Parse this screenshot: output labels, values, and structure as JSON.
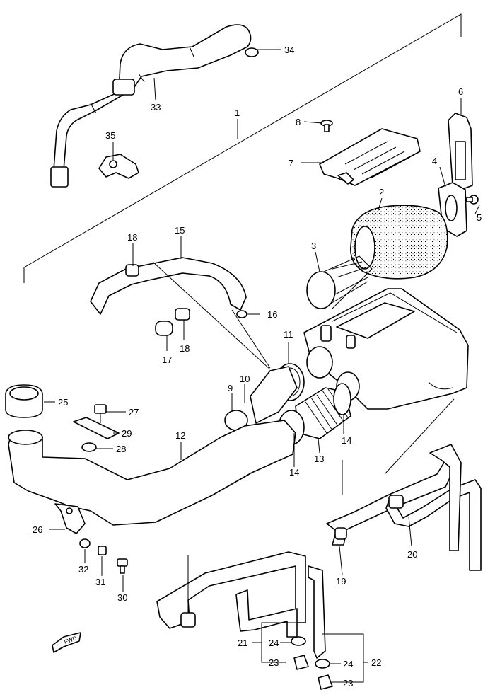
{
  "callouts": {
    "p1": "1",
    "p2": "2",
    "p3": "3",
    "p4": "4",
    "p5": "5",
    "p6": "6",
    "p7": "7",
    "p8": "8",
    "p9": "9",
    "p10": "10",
    "p11": "11",
    "p12": "12",
    "p13": "13",
    "p14a": "14",
    "p14b": "14",
    "p15": "15",
    "p16": "16",
    "p17": "17",
    "p18a": "18",
    "p18b": "18",
    "p19": "19",
    "p20": "20",
    "p21": "21",
    "p22": "22",
    "p23a": "23",
    "p23b": "23",
    "p24a": "24",
    "p24b": "24",
    "p25": "25",
    "p26": "26",
    "p27": "27",
    "p28": "28",
    "p29": "29",
    "p30": "30",
    "p31": "31",
    "p32": "32",
    "p33": "33",
    "p34": "34",
    "p35": "35"
  },
  "fwd_label": "FWD",
  "colors": {
    "line": "#000000",
    "background": "#ffffff"
  }
}
